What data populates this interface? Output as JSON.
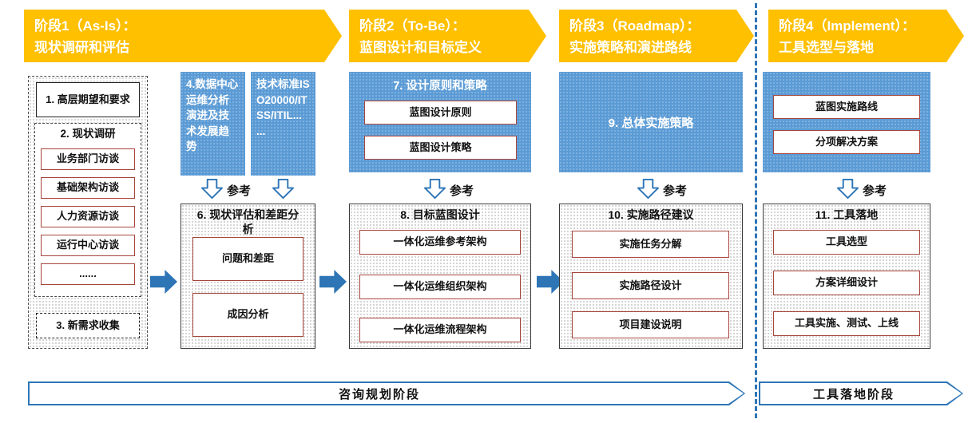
{
  "banners": [
    {
      "line1": "阶段1（As-Is）：",
      "line2": "现状调研和评估"
    },
    {
      "line1": "阶段2（To-Be）：",
      "line2": "蓝图设计和目标定义"
    },
    {
      "line1": "阶段3（Roadmap）：",
      "line2": "实施策略和演进路线"
    },
    {
      "line1": "阶段4（Implement）：",
      "line2": "工具选型与落地"
    }
  ],
  "ref_label": "参考",
  "phase1": {
    "expectations": "1. 高层期望和要求",
    "survey_title": "2. 现状调研",
    "interviews": [
      "业务部门访谈",
      "基础架构访谈",
      "人力资源访谈",
      "运行中心访谈",
      "......"
    ],
    "new_requirements": "3. 新需求收集",
    "trend_box": "4.数据中心运维分析演进及技术发展趋势",
    "standards_box": "技术标准ISO20000/ITSS/ITIL... ...",
    "assessment_title": "6. 现状评估和差距分析",
    "assessment_items": [
      "问题和差距",
      "成因分析"
    ]
  },
  "phase2": {
    "principles_title": "7. 设计原则和策略",
    "principles_items": [
      "蓝图设计原则",
      "蓝图设计策略"
    ],
    "blueprint_title": "8. 目标蓝图设计",
    "blueprint_items": [
      "一体化运维参考架构",
      "一体化运维组织架构",
      "一体化运维流程架构"
    ]
  },
  "phase3": {
    "strategy_box": "9. 总体实施策略",
    "roadmap_title": "10. 实施路径建议",
    "roadmap_items": [
      "实施任务分解",
      "实施路径设计",
      "项目建设说明"
    ]
  },
  "phase4": {
    "plan_items": [
      "蓝图实施路线",
      "分项解决方案"
    ],
    "landing_title": "11. 工具落地",
    "landing_items": [
      "工具选型",
      "方案详细设计",
      "工具实施、测试、上线"
    ]
  },
  "bands": [
    {
      "label": "咨询规划阶段"
    },
    {
      "label": "工具落地阶段"
    }
  ],
  "colors": {
    "banner_orange": "#FFC000",
    "panel_blue": "#5B9BD5",
    "arrow_blue": "#2E75B6",
    "box_border_red": "#A6453C"
  }
}
